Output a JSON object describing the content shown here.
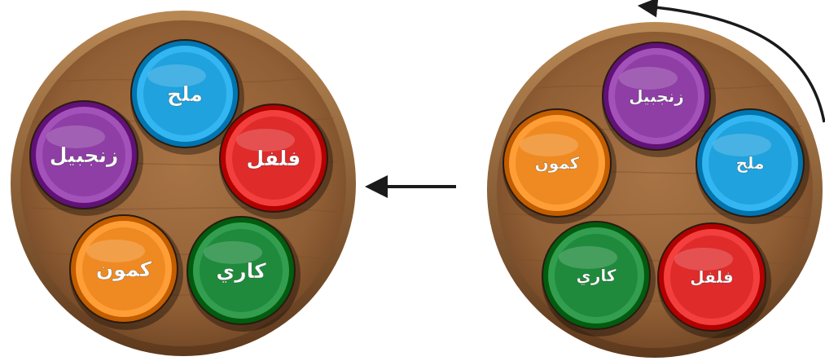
{
  "colors": {
    "wood": "#9b6a3f",
    "rim": "#7a4e2a",
    "blue": "#1fa2dd",
    "red": "#e02b2b",
    "purple": "#8e3ea5",
    "orange": "#ef8a22",
    "green": "#1f8a3c",
    "arrow": "#1a1a1a"
  },
  "left_tray": {
    "spices": [
      {
        "label": "ملح",
        "color": "blue"
      },
      {
        "label": "فلفل",
        "color": "red"
      },
      {
        "label": "زنجبيل",
        "color": "purple"
      },
      {
        "label": "كمون",
        "color": "orange"
      },
      {
        "label": "كاري",
        "color": "green"
      }
    ]
  },
  "right_tray": {
    "spices": [
      {
        "label": "زنجبيل",
        "color": "purple"
      },
      {
        "label": "كمون",
        "color": "orange"
      },
      {
        "label": "ملح",
        "color": "blue"
      },
      {
        "label": "كاري",
        "color": "green"
      },
      {
        "label": "فلفل",
        "color": "red"
      }
    ]
  },
  "arrows": {
    "rotation_icon": "curved-arrow-counterclockwise",
    "transform_icon": "arrow-left"
  }
}
